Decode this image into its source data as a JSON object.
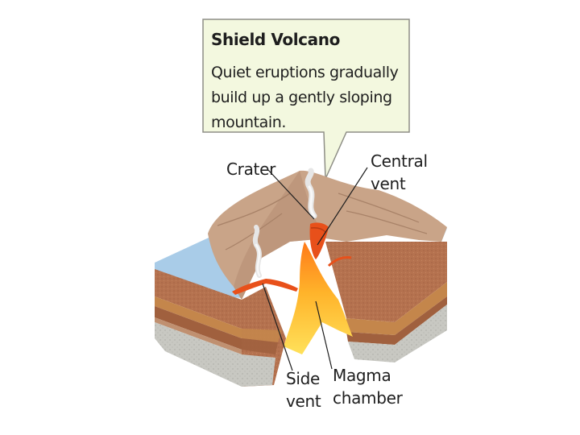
{
  "callout": {
    "title": "Shield Volcano",
    "description": "Quiet eruptions gradually build up a gently sloping mountain."
  },
  "labels": {
    "crater": "Crater",
    "central_vent": "Central vent",
    "side_vent": "Side vent",
    "magma_chamber": "Magma chamber"
  },
  "colors": {
    "callout_fill": "#f3f8df",
    "water": "#a9cce8",
    "volcano_surface": "#c9a488",
    "crust": "#b06e4c",
    "bedrock": "#c7c7c1",
    "lava": "#e8501a",
    "magma": "#ffc02a"
  }
}
